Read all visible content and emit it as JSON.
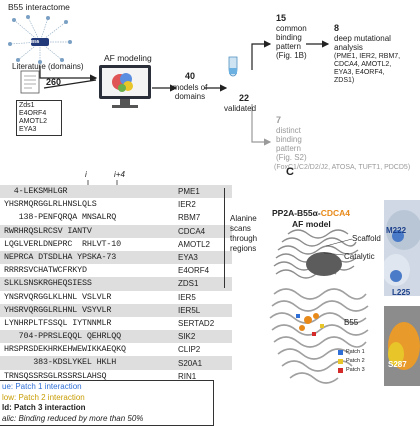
{
  "panel_b": {
    "interactome_title": "B55 interactome",
    "hub_label": "B55",
    "literature_label": "Literature (domains)",
    "count_260": "260",
    "literature_proteins": [
      "Zds1",
      "E4ORF4",
      "AMOTL2",
      "EYA3"
    ],
    "af_label": "AF modeling",
    "count_40": "40",
    "models_label": "models of domains",
    "count_22": "22",
    "validated_label": "validated",
    "common_count": "15",
    "common_label": [
      "common",
      "binding",
      "pattern",
      "(Fig. 1B)"
    ],
    "deep_count": "8",
    "deep_label": [
      "deep mutational",
      "analysis"
    ],
    "deep_proteins": [
      "(PME1, IER2, RBM7,",
      "CDCA4, AMOTL2,",
      "EYA3, E4ORF4,",
      "ZDS1)"
    ],
    "distinct_count": "7",
    "distinct_label": [
      "distinct",
      "binding",
      "pattern",
      "(Fig. S2)"
    ],
    "distinct_proteins": "(FoxC1/C2/D2/J2, ATOSA, TUFT1, PDCD5)"
  },
  "alignment": {
    "pos_i": "i",
    "pos_i4": "i+4",
    "rows": [
      {
        "seq": "  4-LEKSMHLGR",
        "protein": "PME1"
      },
      {
        "seq": "YHSRMQRGGLRLHNSLQLS",
        "protein": "IER2"
      },
      {
        "seq": "   138-PENFQRQA MNSALRQ",
        "protein": "RBM7"
      },
      {
        "seq": "RWRHRQSLRCSV IANTV",
        "protein": "CDCA4"
      },
      {
        "seq": "LQGLVERLDNEPRC  RHLVT-10",
        "protein": "AMOTL2"
      },
      {
        "seq": "NEPRCA DTSDLHA YPSKA-73",
        "protein": "EYA3"
      },
      {
        "seq": "RRRRSVCHATWCFRKYD",
        "protein": "E4ORF4"
      },
      {
        "seq": "SLKLSNSKRGHEQSIESS",
        "protein": "ZDS1"
      },
      {
        "seq": "YNSRVQRGGLKLHNL VSLVLR",
        "protein": "IER5"
      },
      {
        "seq": "YHSRVQRGGLRLHNL VSYVLR",
        "protein": "IER5L"
      },
      {
        "seq": "LYNHRPLTFSSQL IYTNNMLR",
        "protein": "SERTAD2"
      },
      {
        "seq": "   704-PPRSLEQQL QEHRLQQ",
        "protein": "SIK2"
      },
      {
        "seq": "HRSPRSDEKHRKEHWEWIKKAEQKQ",
        "protein": "CLIP2"
      },
      {
        "seq": "      383-KDSLYKEL HKLH",
        "protein": "S20A1"
      },
      {
        "seq": "TRNSQSSRSGLRSSRSLAHSQ",
        "protein": "RIN1"
      }
    ],
    "bracket_label": [
      "Alanine",
      "scans",
      "through",
      "regions"
    ],
    "legend": [
      {
        "label": "ue: Patch 1 interaction",
        "color": "#2f6fd6"
      },
      {
        "label": "low: Patch 2 interaction",
        "color": "#d4b000"
      },
      {
        "label": "ld: Patch 3 interaction",
        "color": "#222222"
      },
      {
        "label": "alic: Binding reduced by more than 50%",
        "color": "#222222"
      }
    ]
  },
  "panel_c": {
    "letter": "C",
    "title_prefix": "PP2A-B55α-",
    "title_highlight": "CDCA4",
    "title_line2": "AF model",
    "scaffold_label": "Scaffold",
    "catalytic_label": "Catalytic",
    "b55_label": "B55",
    "patches": [
      {
        "label": "Patch 1",
        "color": "#2f6fd6"
      },
      {
        "label": "Patch 2",
        "color": "#e8c62a"
      },
      {
        "label": "Patch 3",
        "color": "#d42a2a"
      }
    ],
    "residue_labels": [
      "M222",
      "L225",
      "S287"
    ]
  },
  "colors": {
    "accent_orange": "#e88a1a",
    "blue": "#2f6fd6",
    "red": "#d42a2a"
  }
}
